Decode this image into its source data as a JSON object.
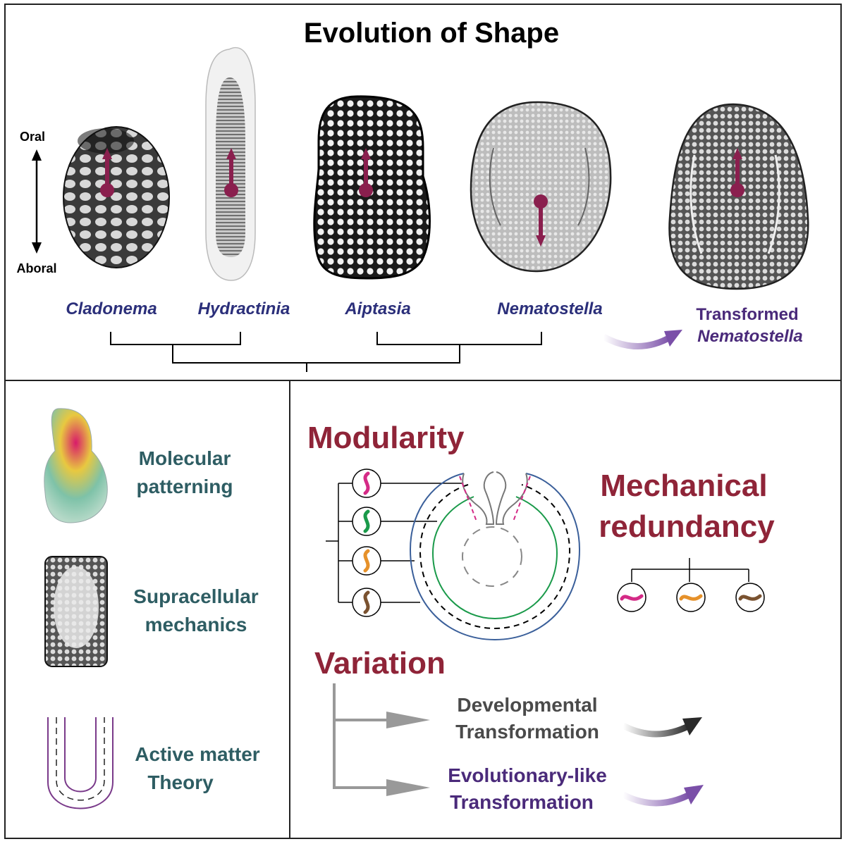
{
  "title": "Evolution of Shape",
  "axis": {
    "oral": "Oral",
    "aboral": "Aboral"
  },
  "species": [
    {
      "name": "Cladonema"
    },
    {
      "name": "Hydractinia"
    },
    {
      "name": "Aiptasia"
    },
    {
      "name": "Nematostella"
    }
  ],
  "transformed": {
    "line1": "Transformed",
    "line2": "Nematostella"
  },
  "left_panel": {
    "molecular": {
      "line1": "Molecular",
      "line2": "patterning"
    },
    "supracellular": {
      "line1": "Supracellular",
      "line2": "mechanics"
    },
    "active": {
      "line1": "Active matter",
      "line2": "Theory"
    }
  },
  "right_panel": {
    "modularity": "Modularity",
    "mechanical": {
      "line1": "Mechanical",
      "line2": "redundancy"
    },
    "variation": "Variation",
    "developmental": {
      "line1": "Developmental",
      "line2": "Transformation"
    },
    "evolutionary": {
      "line1": "Evolutionary-like",
      "line2": "Transformation"
    }
  },
  "colors": {
    "species_text": "#2b2f7a",
    "arrow_marker": "#8a1f4e",
    "heading_red": "#8f2438",
    "teal_text": "#2e5d63",
    "gray_text": "#4a4a4a",
    "purple_text": "#4a2a7a",
    "module_pink": "#d42a86",
    "module_green": "#1a9a4a",
    "module_orange": "#e6912a",
    "module_brown": "#7a5230"
  }
}
